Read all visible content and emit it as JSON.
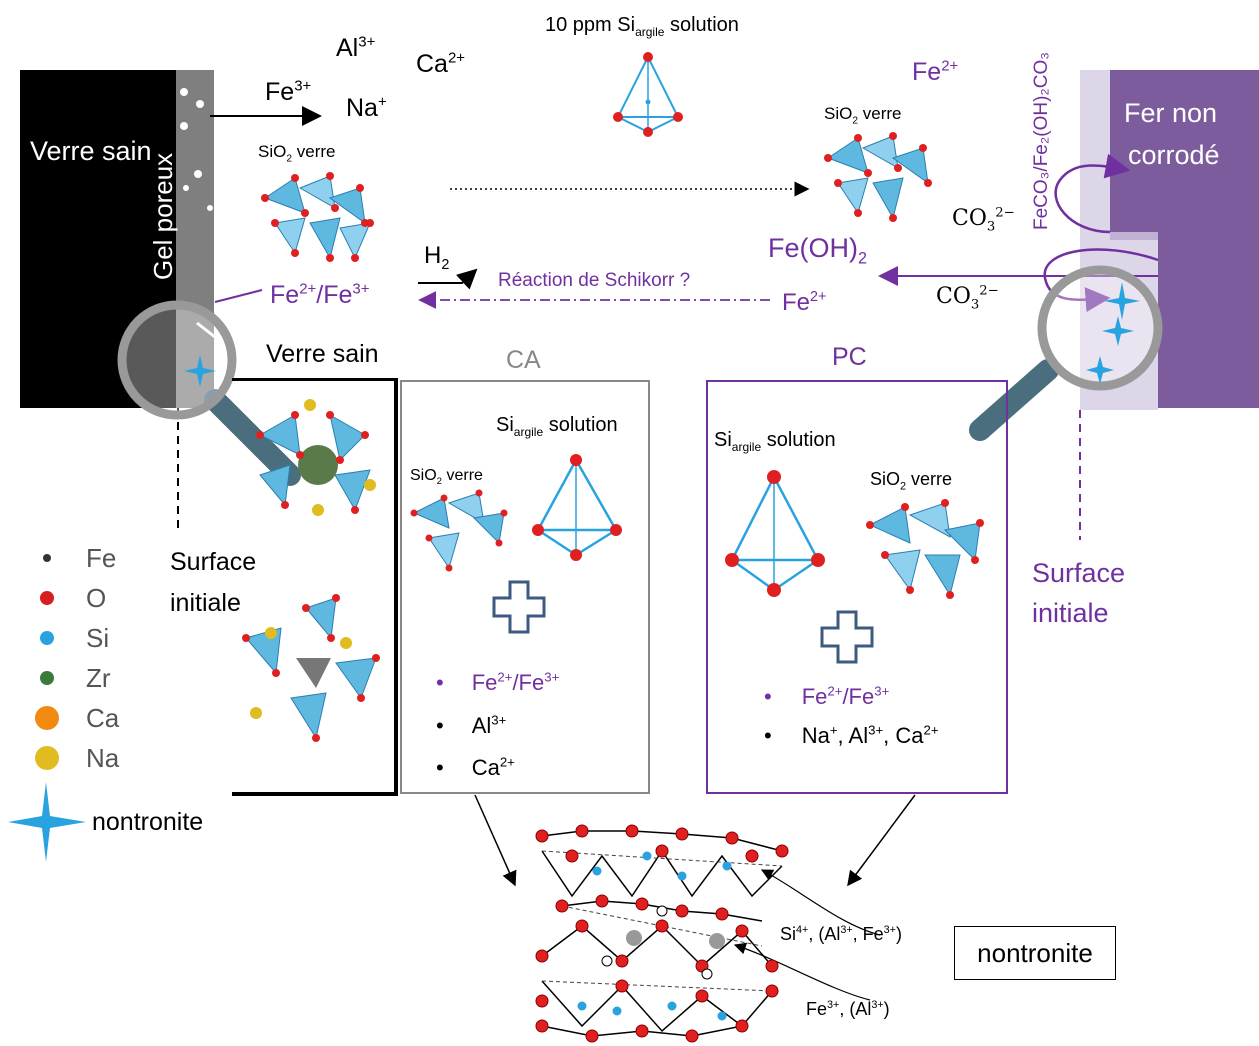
{
  "top": {
    "al": "Al",
    "al_charge": "3+",
    "ca": "Ca",
    "ca_charge": "2+",
    "fe": "Fe",
    "fe_charge": "3+",
    "na": "Na",
    "na_charge": "+",
    "solution_pre": "10 ppm Si",
    "solution_sub": "argile",
    "solution_post": " solution",
    "fe2_right": "Fe",
    "fe2_right_charge": "2+"
  },
  "left_block": {
    "verre_sain": "Verre sain",
    "gel_poreux": "Gel poreux"
  },
  "iron_block": {
    "title_line1": "Fer non",
    "title_line2": "corrodé"
  },
  "sio2": {
    "pre": "SiO",
    "sub": "2",
    "post": " verre"
  },
  "labels": {
    "h2": "H",
    "h2_sub": "2",
    "schikorr": "Réaction de Schikorr ?",
    "fe_ox_a": "Fe",
    "fe_ox_a_charge": "2+",
    "fe_ox_b": "/Fe",
    "fe_ox_b_charge": "3+",
    "fe2_mid": "Fe",
    "fe2_mid_charge": "2+",
    "feoh2": "Fe(OH)",
    "feoh2_sub": "2",
    "co3": "CO",
    "co3_sub": "3",
    "co3_sup": "2−",
    "vertical_formula": "FeCO₃/Fe₂(OH)₂CO₃",
    "verre_sain_box": "Verre sain",
    "surface_initiale_1": "Surface",
    "surface_initiale_2": "initiale"
  },
  "ca_box": {
    "title": "CA",
    "si_pre": "Si",
    "si_sub": "argile",
    "si_post": " solution",
    "b1a": "Fe",
    "b1a_c": "2+",
    "b1b": "/Fe",
    "b1b_c": "3+",
    "b2": "Al",
    "b2_c": "3+",
    "b3": "Ca",
    "b3_c": "2+"
  },
  "pc_box": {
    "title": "PC",
    "si_pre": "Si",
    "si_sub": "argile",
    "si_post": " solution",
    "b1a": "Fe",
    "b1a_c": "2+",
    "b1b": "/Fe",
    "b1b_c": "3+",
    "b2a": "Na",
    "b2a_c": "+",
    "b2b": ", Al",
    "b2b_c": "3+",
    "b2c": ", Ca",
    "b2c_c": "2+"
  },
  "legend": [
    {
      "label": "Fe",
      "color": "#333333"
    },
    {
      "label": "O",
      "color": "#d62020"
    },
    {
      "label": "Si",
      "color": "#29a3e0"
    },
    {
      "label": "Zr",
      "color": "#3c7a3c"
    },
    {
      "label": "Ca",
      "color": "#f08a10"
    },
    {
      "label": "Na",
      "color": "#e0bc20"
    }
  ],
  "legend_star": "nontronite",
  "bottom": {
    "si_label": "Si",
    "si_c": "4+",
    "si_mid": ", (Al",
    "si_mid_c": "3+",
    "si_fe": ", Fe",
    "si_fe_c": "3+",
    "si_end": ")",
    "fe_label": "Fe",
    "fe_c": "3+",
    "fe_mid": ", (Al",
    "fe_mid_c": "3+",
    "fe_end": ")",
    "nontronite_box": "nontronite"
  },
  "colors": {
    "purple": "#7030a0",
    "iron": "#7c5c9c",
    "iron_light": "#ddd6e8",
    "gray_box": "#888888",
    "tetra": "#5fb8e0"
  }
}
